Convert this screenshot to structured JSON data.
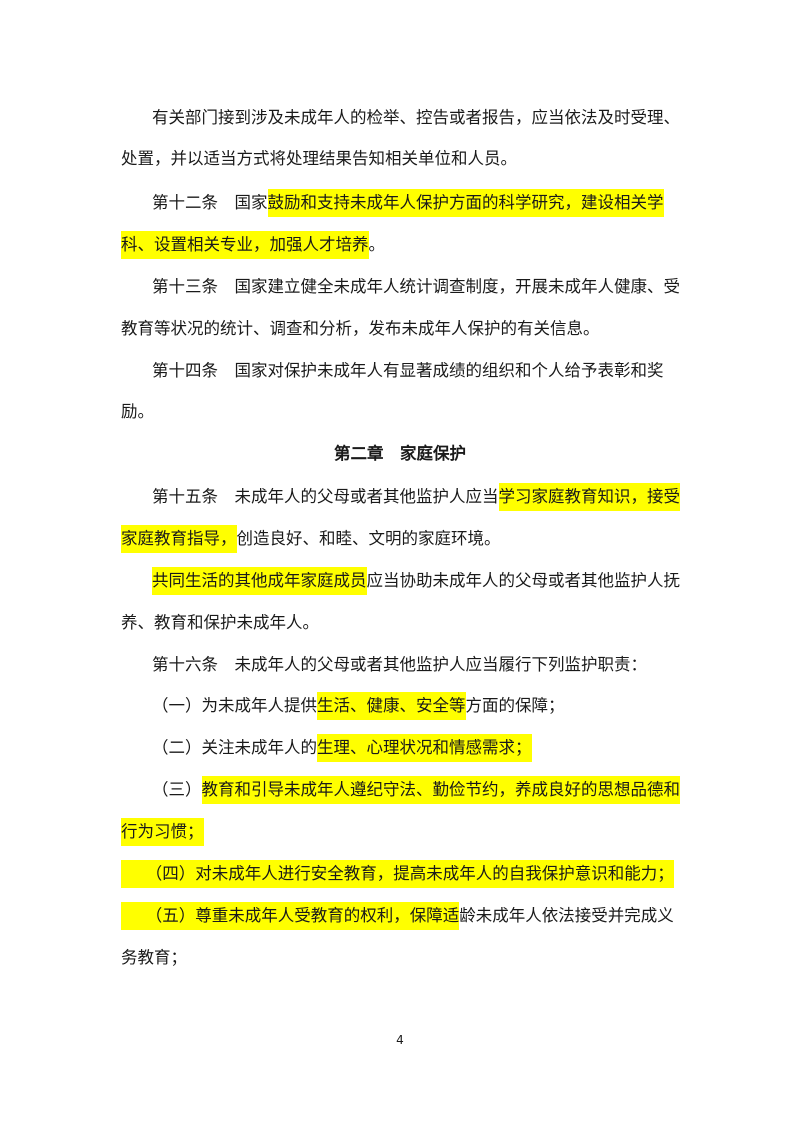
{
  "document": {
    "lines": [
      {
        "id": "l1",
        "segments": [
          {
            "text": "有关部门接到涉及未成年人的检举、控告或者报告，应当依法及时受理、",
            "hl": false
          }
        ]
      },
      {
        "id": "l2",
        "segments": [
          {
            "text": "处置，并以适当方式将处理结果告知相关单位和人员。",
            "hl": false
          }
        ]
      },
      {
        "id": "l3",
        "segments": [
          {
            "text": "第十二条　国家",
            "hl": false
          },
          {
            "text": "鼓励和支持未成年人保护方面的科学研究，建设相关学",
            "hl": true
          }
        ]
      },
      {
        "id": "l4",
        "segments": [
          {
            "text": "科、设置相关专业，加强人才培养",
            "hl": true
          },
          {
            "text": "。",
            "hl": false
          }
        ]
      },
      {
        "id": "l5",
        "segments": [
          {
            "text": "第十三条　国家建立健全未成年人统计调查制度，开展未成年人健康、受",
            "hl": false
          }
        ]
      },
      {
        "id": "l6",
        "segments": [
          {
            "text": "教育等状况的统计、调查和分析，发布未成年人保护的有关信息。",
            "hl": false
          }
        ]
      },
      {
        "id": "l7",
        "segments": [
          {
            "text": "第十四条　国家对保护未成年人有显著成绩的组织和个人给予表彰和奖",
            "hl": false
          }
        ]
      },
      {
        "id": "l8",
        "segments": [
          {
            "text": "励。",
            "hl": false
          }
        ]
      },
      {
        "id": "l9",
        "segments": [
          {
            "text": "第二章　家庭保护",
            "hl": false
          }
        ]
      },
      {
        "id": "l10",
        "segments": [
          {
            "text": "第十五条　未成年人的父母或者其他监护人应当",
            "hl": false
          },
          {
            "text": "学习家庭教育知识，接受",
            "hl": true
          }
        ]
      },
      {
        "id": "l11",
        "segments": [
          {
            "text": "家庭教育指导，",
            "hl": true
          },
          {
            "text": "创造良好、和睦、文明的家庭环境。",
            "hl": false
          }
        ]
      },
      {
        "id": "l12",
        "segments": [
          {
            "text": "共同生活的其他成年家庭成员",
            "hl": true
          },
          {
            "text": "应当协助未成年人的父母或者其他监护人抚",
            "hl": false
          }
        ]
      },
      {
        "id": "l13",
        "segments": [
          {
            "text": "养、教育和保护未成年人。",
            "hl": false
          }
        ]
      },
      {
        "id": "l14",
        "segments": [
          {
            "text": "第十六条　未成年人的父母或者其他监护人应当履行下列监护职责：",
            "hl": false
          }
        ]
      },
      {
        "id": "l15",
        "segments": [
          {
            "text": "（一）为未成年人提供",
            "hl": false
          },
          {
            "text": "生活、健康、安全等",
            "hl": true
          },
          {
            "text": "方面的保障；",
            "hl": false
          }
        ]
      },
      {
        "id": "l16",
        "segments": [
          {
            "text": "（二）关注未成年人的",
            "hl": false
          },
          {
            "text": "生理、心理状况和情感需求；",
            "hl": true
          }
        ]
      },
      {
        "id": "l17",
        "segments": [
          {
            "text": "（三）",
            "hl": false
          },
          {
            "text": "教育和引导未成年人遵纪守法、勤俭节约，养成良好的思想品德和",
            "hl": true
          }
        ]
      },
      {
        "id": "l18",
        "segments": [
          {
            "text": "行为习惯；",
            "hl": true
          }
        ]
      },
      {
        "id": "l19",
        "segments": [
          {
            "text": "　　（四）对未成年人进行安全教育，提高未成年人的自我保护意识和能力；",
            "hl": true
          }
        ]
      },
      {
        "id": "l20",
        "segments": [
          {
            "text": "　　（五）尊重未成年人受教育的权利，保障适",
            "hl": true
          },
          {
            "text": "龄未成年人依法接受并完成义",
            "hl": false
          }
        ]
      },
      {
        "id": "l21",
        "segments": [
          {
            "text": "务教育；",
            "hl": false
          }
        ]
      }
    ],
    "page_number": "4"
  },
  "colors": {
    "highlight": "#ffff00",
    "text": "#1a1a1a"
  }
}
